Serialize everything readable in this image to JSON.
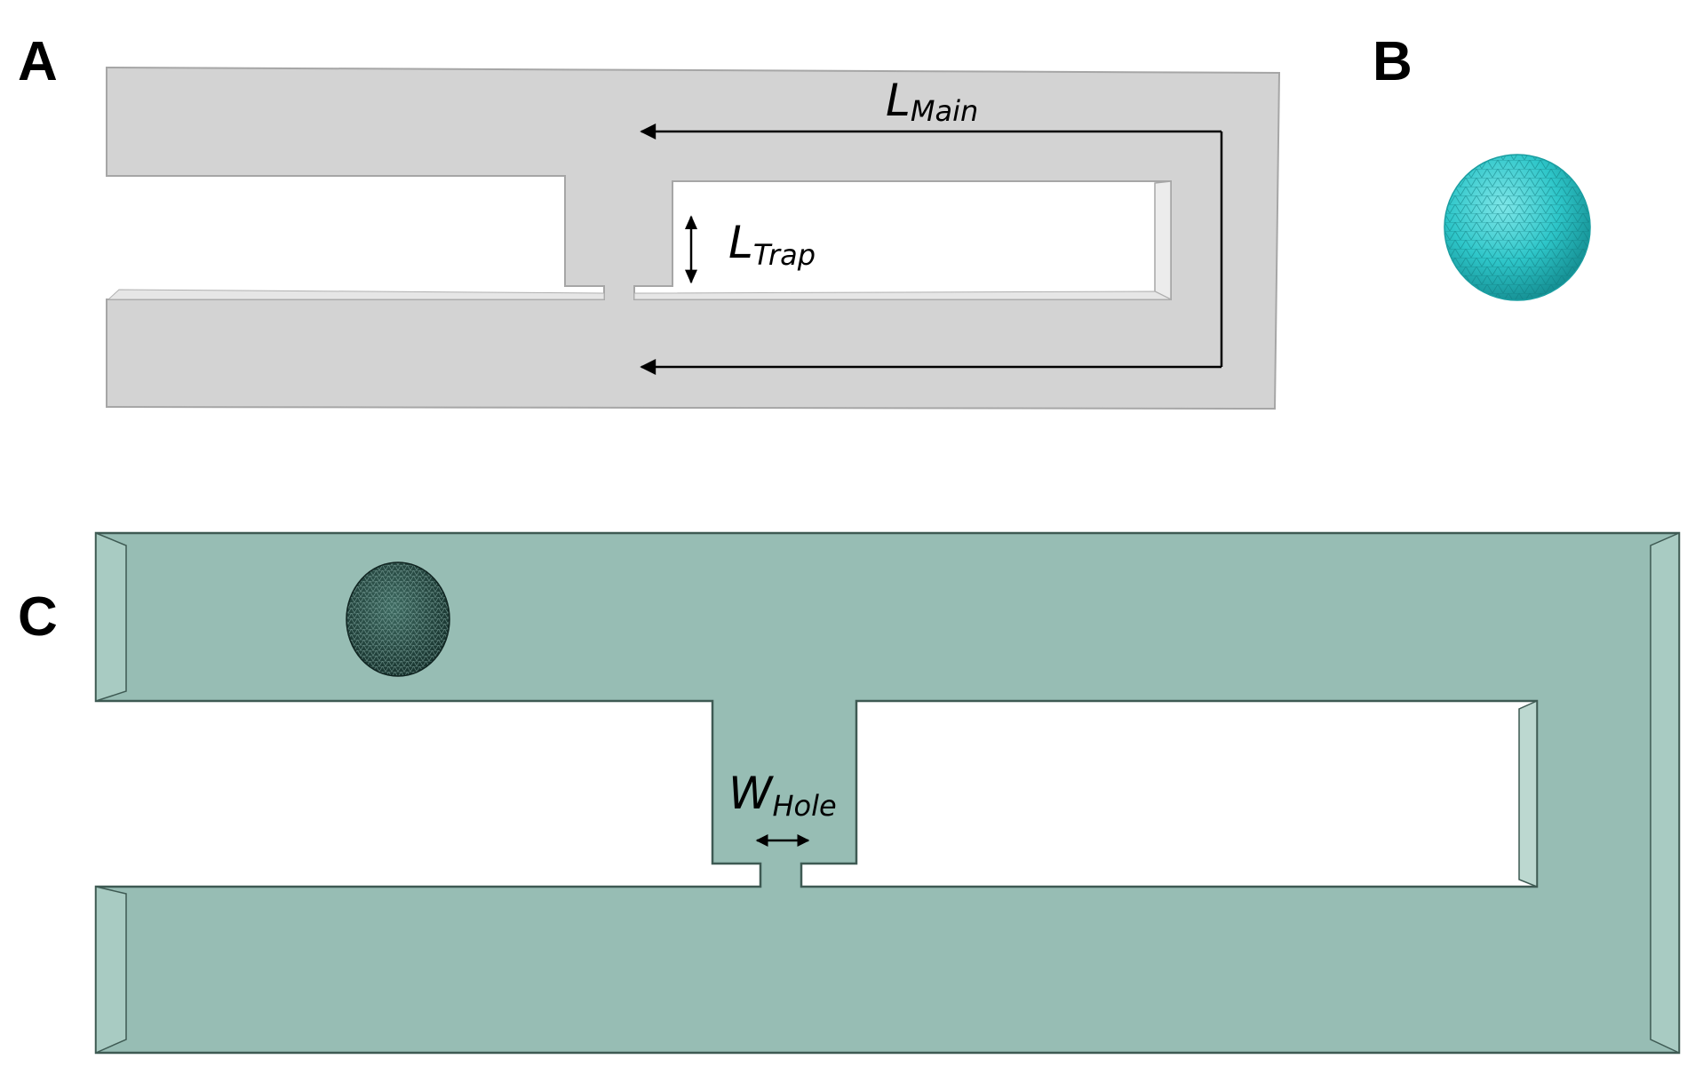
{
  "panels": {
    "a": {
      "letter": "A"
    },
    "b": {
      "letter": "B"
    },
    "c": {
      "letter": "C"
    }
  },
  "labels": {
    "l_main": {
      "symbol": "L",
      "subscript": "Main"
    },
    "l_trap": {
      "symbol": "L",
      "subscript": "Trap"
    },
    "w_hole": {
      "symbol": "W",
      "subscript": "Hole"
    }
  },
  "colors": {
    "channel_gray": "#d3d3d3",
    "channel_gray_edge": "#a6a6a6",
    "channel_teal": "#97bdb4",
    "channel_teal_edge": "#3e5a53",
    "sphere_cyan": "#2ec6c9",
    "sphere_dark": "#1f3b36"
  }
}
